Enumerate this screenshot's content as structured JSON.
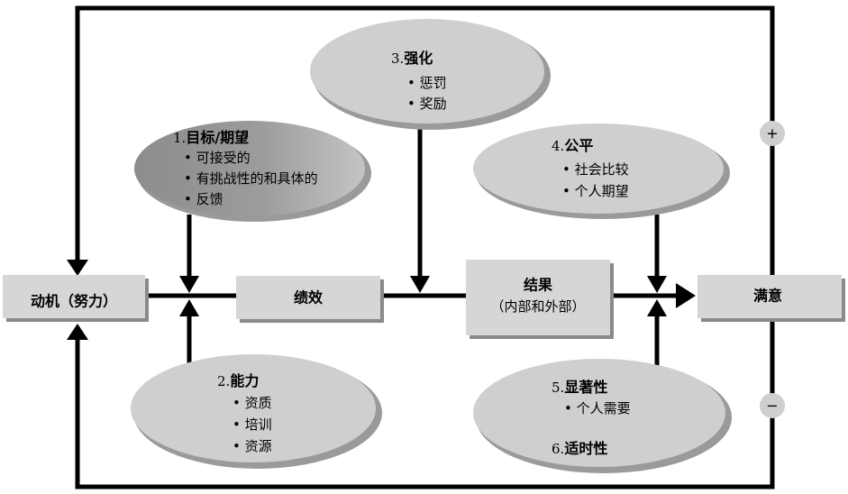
{
  "boxes": {
    "motivation": "动机（努力）",
    "performance": "绩效",
    "outcome_title": "结果",
    "outcome_sub": "（内部和外部）",
    "satisfaction": "满意"
  },
  "ellipses": {
    "goals": {
      "number": "1.",
      "title": "目标/期望",
      "items": [
        "• 可接受的",
        "• 有挑战性的和具体的",
        "• 反馈"
      ]
    },
    "reinforcement": {
      "number": "3.",
      "title": "强化",
      "items": [
        "• 惩罚",
        "• 奖励"
      ]
    },
    "equity": {
      "number": "4.",
      "title": "公平",
      "items": [
        "• 社会比较",
        "• 个人期望"
      ]
    },
    "ability": {
      "number": "2.",
      "title": "能力",
      "items": [
        "• 资质",
        "• 培训",
        "• 资源"
      ]
    },
    "salience": {
      "number": "5.",
      "title": "显著性",
      "items": [
        "• 个人需要"
      ],
      "number2": "6.",
      "title2": "适时性"
    }
  },
  "feedback": {
    "plus": "+",
    "minus": "−"
  },
  "colors": {
    "box_fill": "#d6d6d6",
    "box_shadow": "#8a8a8a",
    "ellipse_fill": "#cfcfcf",
    "ellipse_dark": "#8c8c8c",
    "ellipse_shadow": "#9a9a9a",
    "line": "#000000"
  }
}
